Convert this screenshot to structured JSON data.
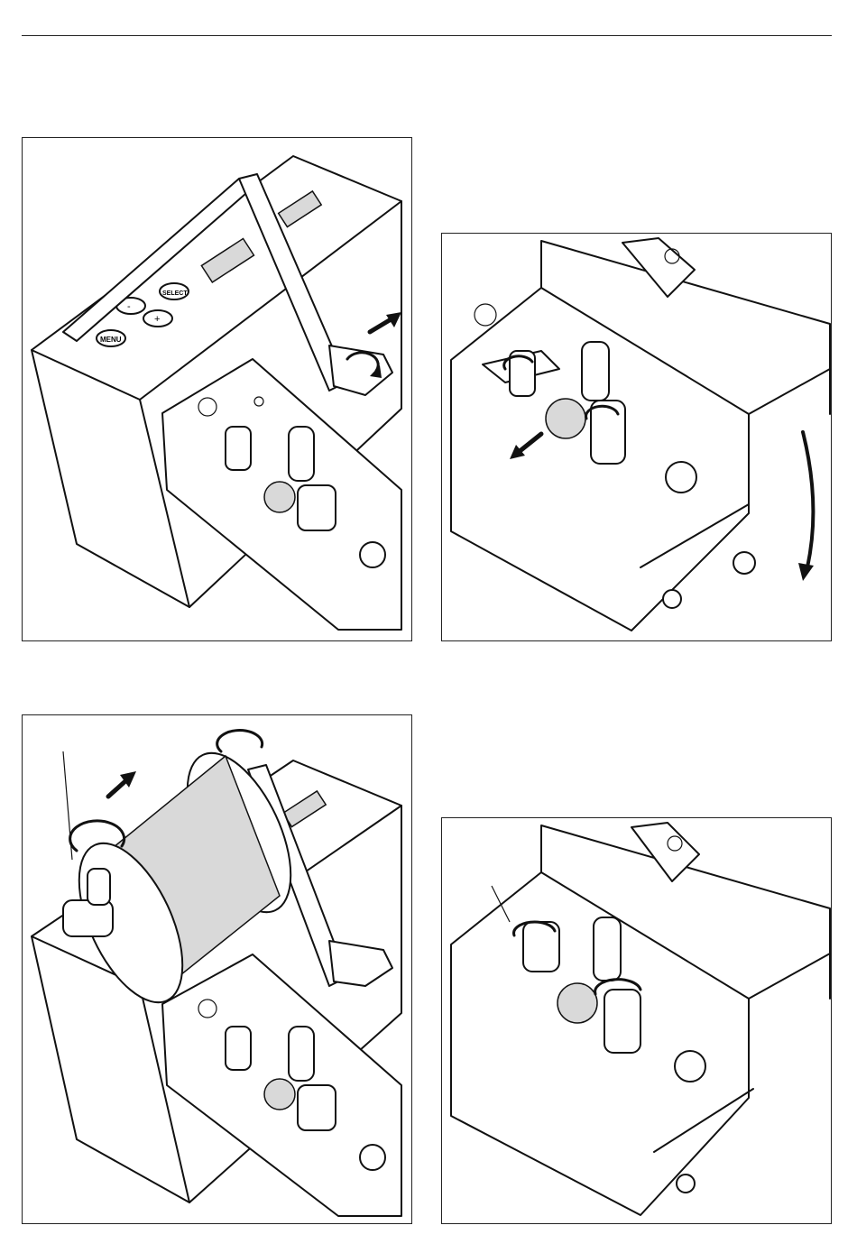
{
  "page": {
    "figures": [
      {
        "id": 1,
        "display": {
          "buttons": [
            "SELECT",
            "MENU",
            "+",
            "-"
          ]
        }
      },
      {
        "id": 2
      },
      {
        "id": 3
      },
      {
        "id": 4
      }
    ]
  }
}
